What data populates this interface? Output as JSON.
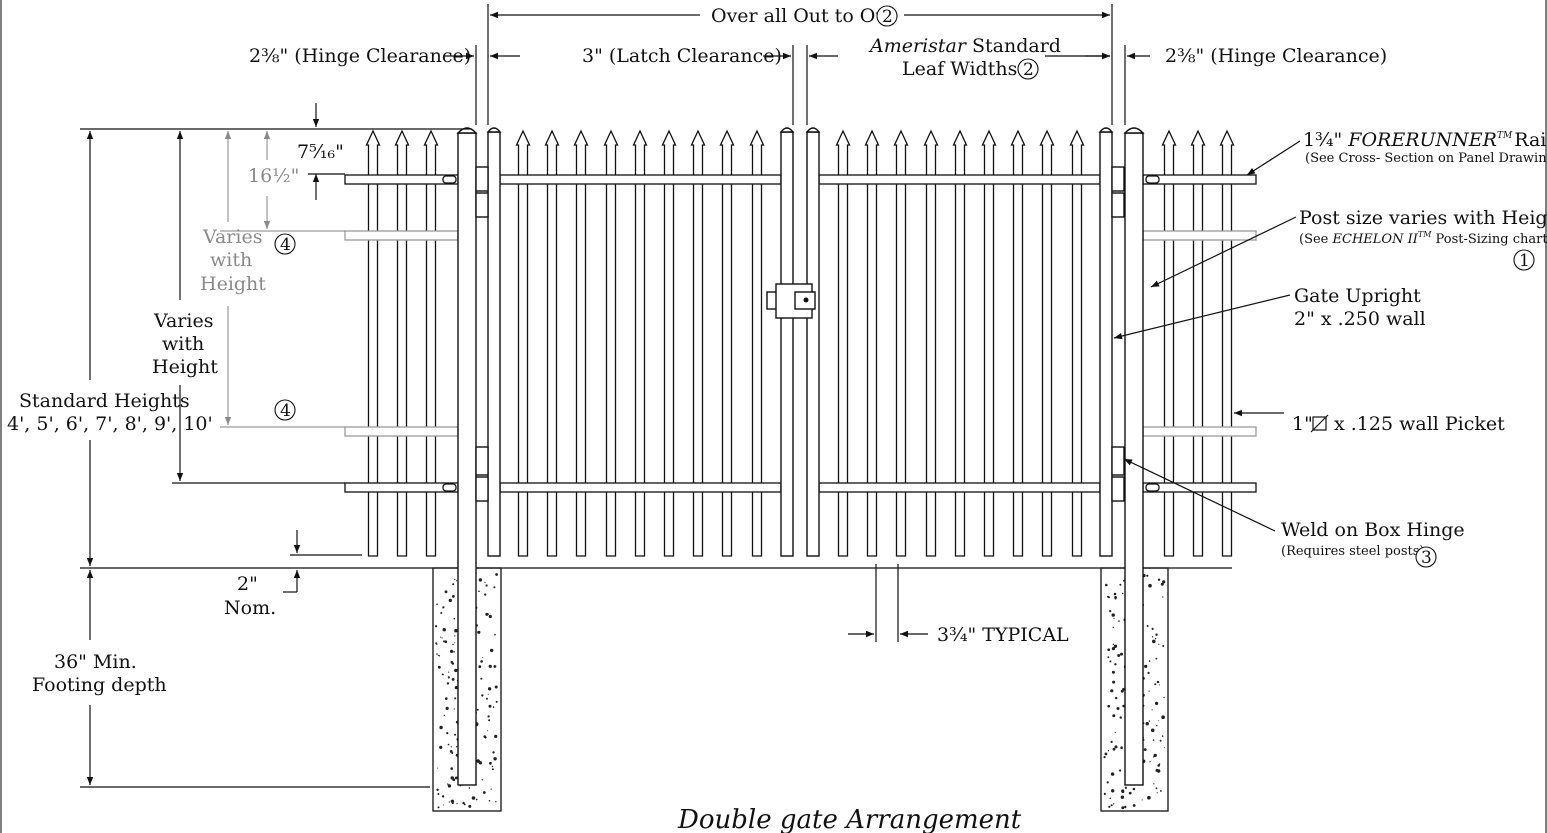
{
  "title": "Double gate Arrangement",
  "top_dimensions": {
    "overall": "Over all Out to Out",
    "overall_ref": "2",
    "hinge_left": "2⅜\" (Hinge Clearance)",
    "latch": "3\" (Latch Clearance)",
    "leaf_brand": "Ameristar",
    "leaf_line1": "Standard",
    "leaf_line2": "Leaf Widths",
    "leaf_ref": "2",
    "hinge_right": "2⅜\" (Hinge Clearance)"
  },
  "left_dimensions": {
    "picket_top": "7⁵⁄₁₆\"",
    "rail_top_grey": "16½\"",
    "varies_grey_1": "Varies",
    "varies_grey_2": "with",
    "varies_grey_3": "Height",
    "varies_1": "Varies",
    "varies_2": "with",
    "varies_3": "Height",
    "std_heights_1": "Standard Heights",
    "std_heights_2": "4', 5', 6', 7', 8', 9', 10'",
    "ref_rail_upper": "4",
    "ref_rail_lower": "4",
    "clearance_1": "2\"",
    "clearance_2": "Nom.",
    "footing_1": "36\" Min.",
    "footing_2": "Footing depth"
  },
  "right_callouts": {
    "rail_part": "1¾\"",
    "rail_name": "FORERUNNER",
    "rail_tm": "TM",
    "rail_suffix": "Rail",
    "rail_note": "(See Cross- Section on Panel Drawing)",
    "post_line1": "Post size varies with Height",
    "post_note_prefix": "(See",
    "post_note_brand": "ECHELON II",
    "post_note_tm": "TM",
    "post_note_suffix": "Post-Sizing chart)",
    "post_ref": "1",
    "upright_1": "Gate Upright",
    "upright_2": "2\" x .250 wall",
    "picket_prefix": "1\"",
    "picket_suffix": "x .125 wall Picket",
    "hinge_1": "Weld on Box Hinge",
    "hinge_2": "(Requires steel posts)",
    "hinge_ref": "3"
  },
  "bottom_dimension": {
    "spacing": "3¾\" TYPICAL"
  }
}
